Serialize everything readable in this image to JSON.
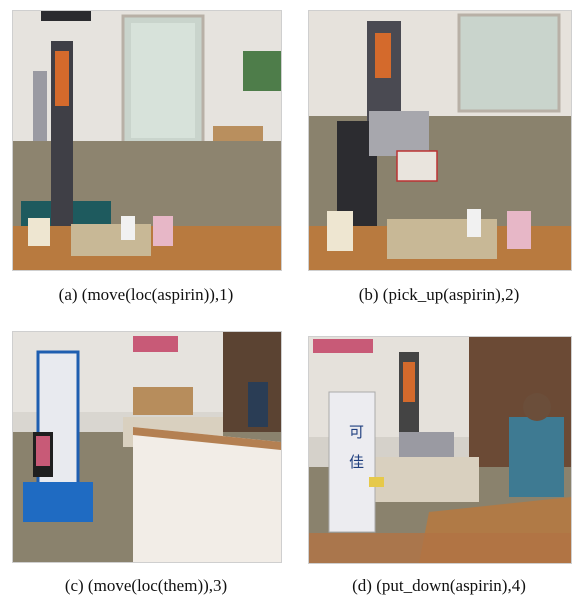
{
  "figure": {
    "panels": [
      {
        "id": "a",
        "caption": "(a)  (move(loc(aspirin)),1)",
        "scene": "robot-arm-approaching-tray"
      },
      {
        "id": "b",
        "caption": "(b)  (pick_up(aspirin),2)",
        "scene": "gripper-holding-aspirin-box"
      },
      {
        "id": "c",
        "caption": "(c)  (move(loc(them)),3)",
        "scene": "mobile-robot-moving-toward-person"
      },
      {
        "id": "d",
        "caption": "(d)  (put_down(aspirin),4)",
        "scene": "robot-handing-aspirin-to-person"
      }
    ],
    "sign_text": [
      "可",
      "佳"
    ]
  }
}
